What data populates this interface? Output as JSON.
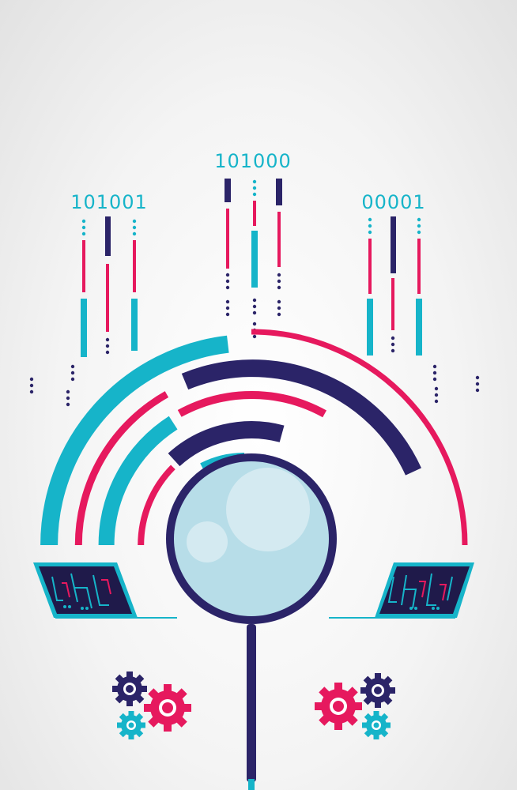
{
  "binary_labels": {
    "left": "101001",
    "center": "101000",
    "right": "00001"
  },
  "colors": {
    "cyan": "#16b4c9",
    "pink": "#e6195e",
    "navy": "#2b2468",
    "lens": "#b7dde8",
    "background": "#f2f2f2"
  },
  "icons": [
    "magnifying-glass-icon",
    "laptop-icon",
    "gear-icon"
  ]
}
